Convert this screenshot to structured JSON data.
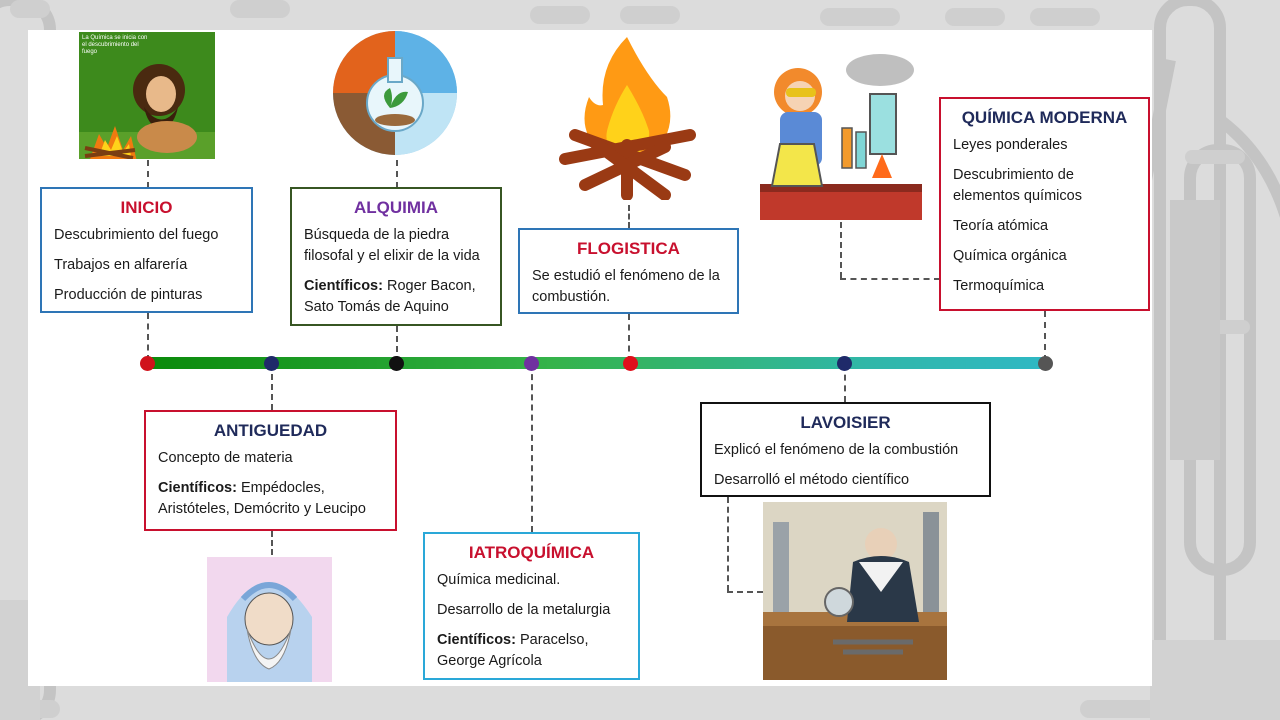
{
  "colors": {
    "red": "#c8102e",
    "navy": "#1f2a5a",
    "purple": "#7030a0",
    "blue": "#2e75b6",
    "green": "#375623",
    "cyan": "#2aa8d8",
    "black": "#111111"
  },
  "images": {
    "caveman_caption": "La Química se inicia con el descubrimiento del fuego"
  },
  "events": {
    "inicio": {
      "title": "INICIO",
      "lines": [
        "Descubrimiento del fuego",
        "Trabajos en alfarería",
        "Producción de pinturas"
      ]
    },
    "alquimia": {
      "title": "ALQUIMIA",
      "line1": "Búsqueda de la piedra filosofal y el elixir de la vida",
      "sci_label": "Científicos:",
      "sci_names": " Roger Bacon, Sato Tomás de Aquino"
    },
    "flogistica": {
      "title": "FLOGISTICA",
      "line1": "Se estudió el fenómeno de la combustión."
    },
    "moderna": {
      "title": "QUÍMICA MODERNA",
      "lines": [
        "Leyes ponderales",
        "Descubrimiento de elementos químicos",
        "Teoría atómica",
        "Química orgánica",
        "Termoquímica"
      ]
    },
    "antiguedad": {
      "title": "ANTIGUEDAD",
      "line1": "Concepto de materia",
      "sci_label": "Científicos:",
      "sci_names": " Empédocles, Aristóteles, Demócrito y Leucipo"
    },
    "iatroquimica": {
      "title": "IATROQUÍMICA",
      "lines": [
        "Química medicinal.",
        "Desarrollo de la metalurgia"
      ],
      "sci_label": "Científicos:",
      "sci_names": " Paracelso, George Agrícola"
    },
    "lavoisier": {
      "title": "LAVOISIER",
      "lines": [
        "Explicó el fenómeno de la combustión",
        "Desarrolló el método científico"
      ]
    }
  }
}
